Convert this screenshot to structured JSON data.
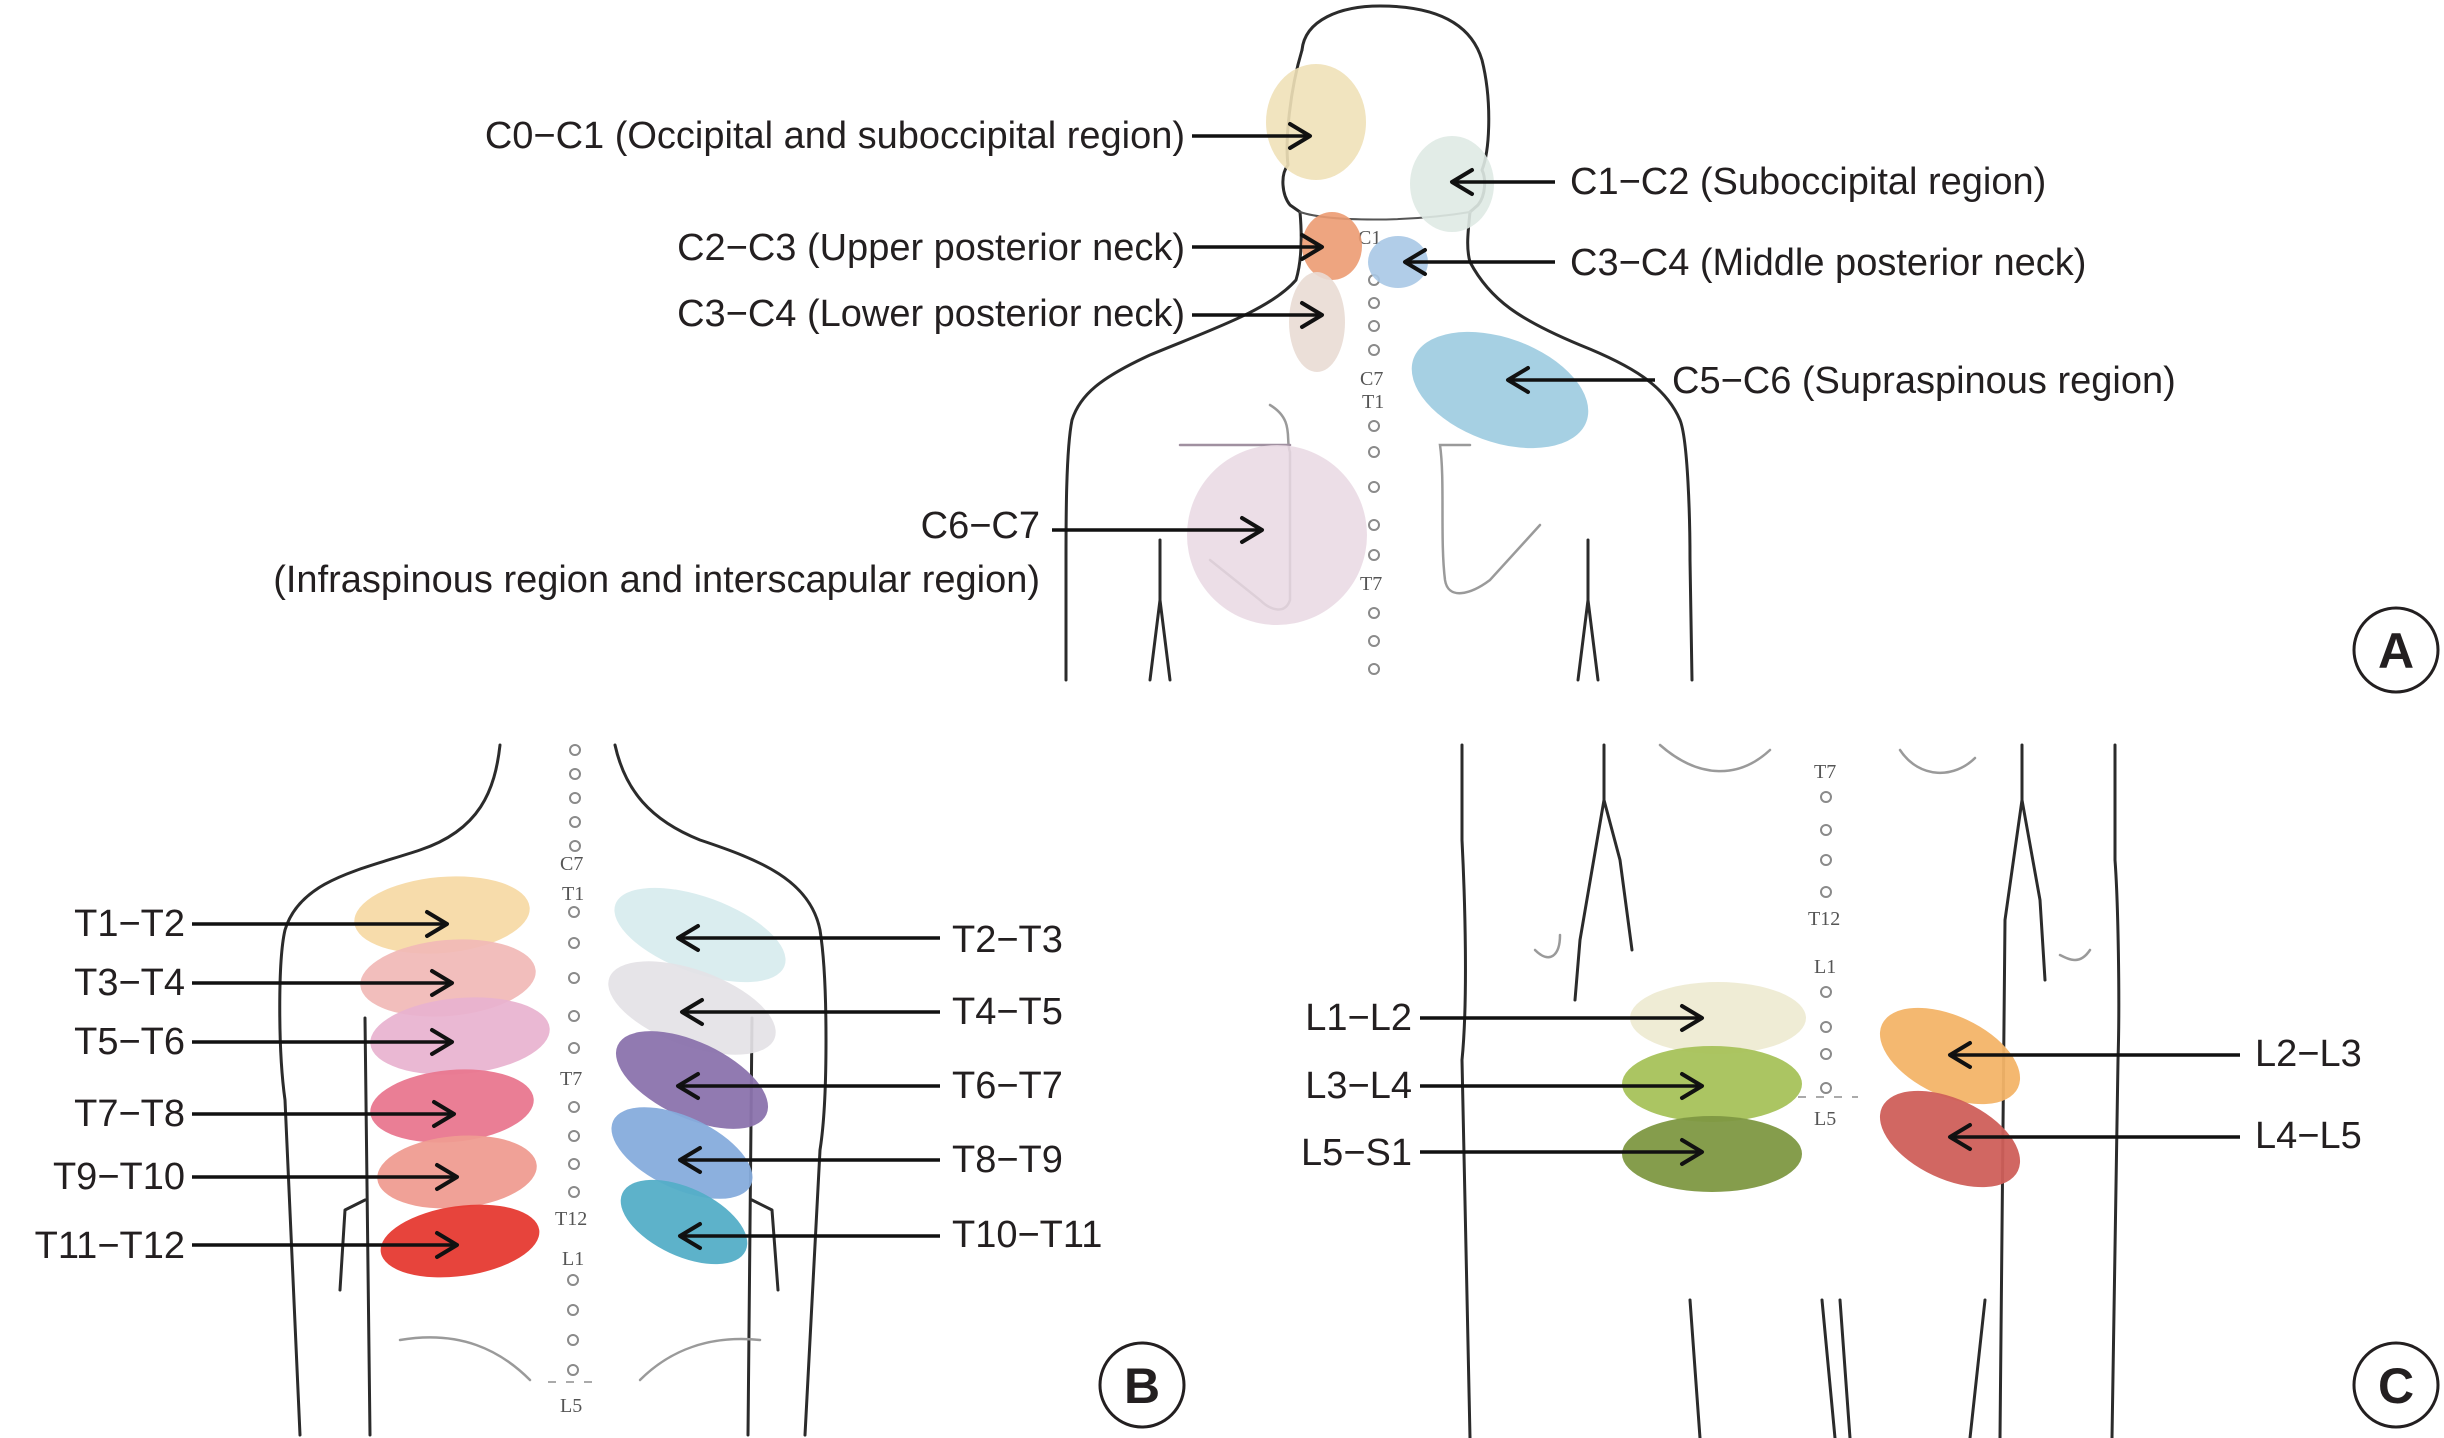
{
  "panels": {
    "A": {
      "letter": "A",
      "spine_labels": [
        "C1",
        "C7",
        "T1",
        "T7"
      ],
      "regions": [
        {
          "label": "C0−C1 (Occipital and suboccipital region)",
          "color": "#efe1b8",
          "side": "left"
        },
        {
          "label": "C1−C2 (Suboccipital region)",
          "color": "#dfeae4",
          "side": "right"
        },
        {
          "label": "C2−C3 (Upper posterior neck)",
          "color": "#ec9b72",
          "side": "left"
        },
        {
          "label": "C3−C4 (Middle posterior neck)",
          "color": "#a8c8e6",
          "side": "right"
        },
        {
          "label": "C3−C4 (Lower posterior neck)",
          "color": "#e9dcd4",
          "side": "left"
        },
        {
          "label": "C5−C6 (Supraspinous region)",
          "color": "#9ccbe0",
          "side": "right"
        },
        {
          "label_line1": "C6−C7",
          "label_line2": "(Infraspinous region and interscapular region)",
          "color": "#e9d8e3",
          "side": "left"
        }
      ]
    },
    "B": {
      "letter": "B",
      "spine_labels": [
        "C7",
        "T1",
        "T7",
        "T12",
        "L1",
        "L5"
      ],
      "left_regions": [
        {
          "label": "T1−T2",
          "color": "#f6d9a4"
        },
        {
          "label": "T3−T4",
          "color": "#f1b9b6"
        },
        {
          "label": "T5−T6",
          "color": "#e8b2cf"
        },
        {
          "label": "T7−T8",
          "color": "#e9778f"
        },
        {
          "label": "T9−T10",
          "color": "#ef9c91"
        },
        {
          "label": "T11−T12",
          "color": "#e63a31"
        }
      ],
      "right_regions": [
        {
          "label": "T2−T3",
          "color": "#d7ebee"
        },
        {
          "label": "T4−T5",
          "color": "#e4e2e6"
        },
        {
          "label": "T6−T7",
          "color": "#8b73ad"
        },
        {
          "label": "T8−T9",
          "color": "#86acdc"
        },
        {
          "label": "T10−T11",
          "color": "#54aec7"
        }
      ]
    },
    "C": {
      "letter": "C",
      "spine_labels": [
        "T7",
        "T12",
        "L1",
        "L5"
      ],
      "left_regions": [
        {
          "label": "L1−L2",
          "color": "#eeebd3"
        },
        {
          "label": "L3−L4",
          "color": "#a7c25a"
        },
        {
          "label": "L5−S1",
          "color": "#7e9842"
        }
      ],
      "right_regions": [
        {
          "label": "L2−L3",
          "color": "#f3b468"
        },
        {
          "label": "L4−L5",
          "color": "#cf5f5a"
        }
      ]
    }
  }
}
